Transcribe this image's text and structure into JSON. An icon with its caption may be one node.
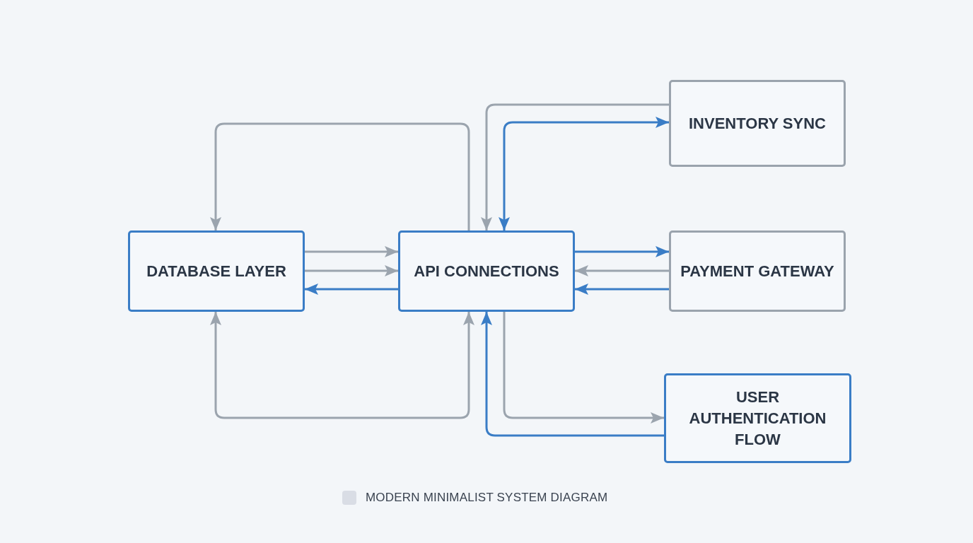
{
  "diagram": {
    "nodes": [
      {
        "text": [
          "DATABASE LAYER"
        ]
      },
      {
        "text": [
          "API CONNECTIONS"
        ]
      },
      {
        "text": [
          "INVENTORY SYNC"
        ]
      },
      {
        "text": [
          "PAYMENT GATEWAY"
        ]
      },
      {
        "text": [
          "USER AUTHENTICATION FLOW"
        ]
      }
    ],
    "edges": [
      {
        "from": 1,
        "to": 0,
        "arrow": "to"
      },
      {
        "from": 0,
        "to": 1,
        "arrow": "to"
      },
      {
        "from": 0,
        "to": 1,
        "arrow": "to"
      },
      {
        "from": 1,
        "to": 0,
        "arrow": "to",
        "color": "#3a7dc6"
      },
      {
        "from": 0,
        "to": 1,
        "arrow": "both"
      },
      {
        "from": 2,
        "to": 1,
        "arrow": "to"
      },
      {
        "from": 1,
        "to": 2,
        "arrow": "both",
        "color": "#3a7dc6"
      },
      {
        "from": 1,
        "to": 3,
        "arrow": "to",
        "color": "#3a7dc6"
      },
      {
        "from": 3,
        "to": 1,
        "arrow": "to"
      },
      {
        "from": 3,
        "to": 1,
        "arrow": "to",
        "color": "#3a7dc6"
      },
      {
        "from": 1,
        "to": 4,
        "arrow": "to"
      },
      {
        "from": 4,
        "to": 1,
        "arrow": "to",
        "color": "#3a7dc6"
      }
    ],
    "legend": [
      {
        "text": "MODERN MINIMALIST SYSTEM DIAGRAM",
        "color": "#d9dde5"
      }
    ]
  }
}
